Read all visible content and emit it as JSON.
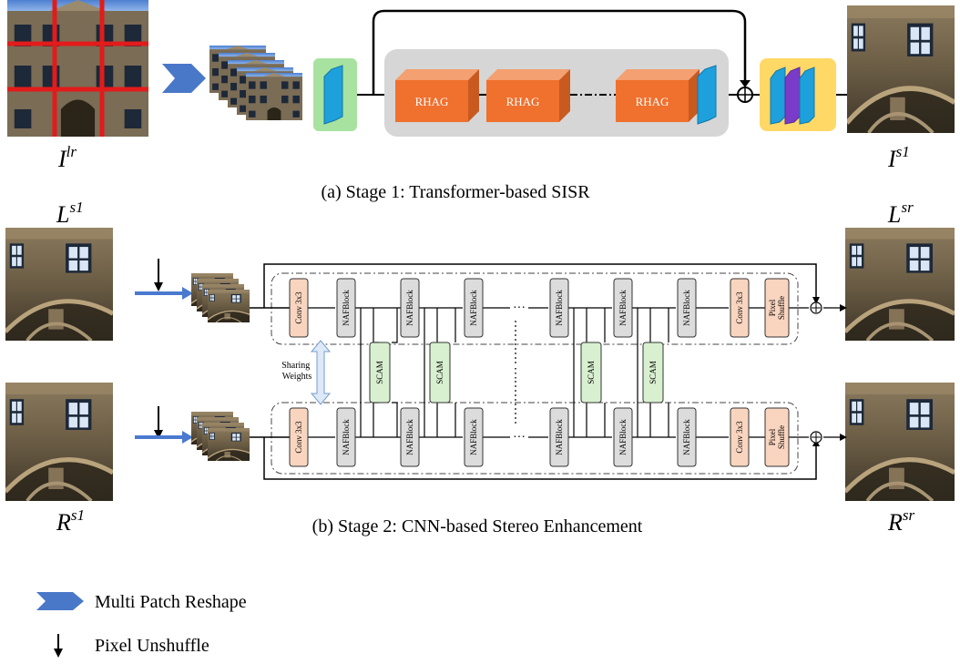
{
  "stage1": {
    "caption": "(a) Stage 1: Transformer-based SISR",
    "input_label": {
      "base": "I",
      "sup": "lr"
    },
    "output_label": {
      "base": "I",
      "sup": "s1"
    },
    "blocks": [
      "RHAG",
      "RHAG",
      "RHAG"
    ]
  },
  "stage2": {
    "caption": "(b) Stage 2: CNN-based Stereo Enhancement",
    "left_in": {
      "base": "L",
      "sup": "s1"
    },
    "left_out": {
      "base": "L",
      "sup": "sr"
    },
    "right_in": {
      "base": "R",
      "sup": "s1"
    },
    "right_out": {
      "base": "R",
      "sup": "sr"
    },
    "conv_label": "Conv 3x3",
    "naf_label": "NAFBlock",
    "scam_label": "SCAM",
    "pixel_label": [
      "Pixel",
      "Shuffle"
    ],
    "sharing_label": [
      "Sharing",
      "Weights"
    ],
    "ellipsis": "···"
  },
  "legend": [
    {
      "icon": "chevron-icon",
      "label": "Multi Patch Reshape"
    },
    {
      "icon": "down-arrow-icon",
      "label": "Pixel Unshuffle"
    }
  ],
  "colors": {
    "rhag": "#f0702e",
    "rhag_top": "#f4a070",
    "rhag_side": "#c85a20",
    "gray_panel": "#d6d6d6",
    "green": "#a8e2a0",
    "yellow": "#ffd866",
    "blue": "#1ea0dc",
    "purple": "#7a3cc8",
    "chevron": "#4a78c8",
    "stage2_arrow": "#4a7ad0",
    "conv": "#f9d5c0",
    "naf": "#dcdcdc",
    "scam": "#d8f0d0"
  }
}
